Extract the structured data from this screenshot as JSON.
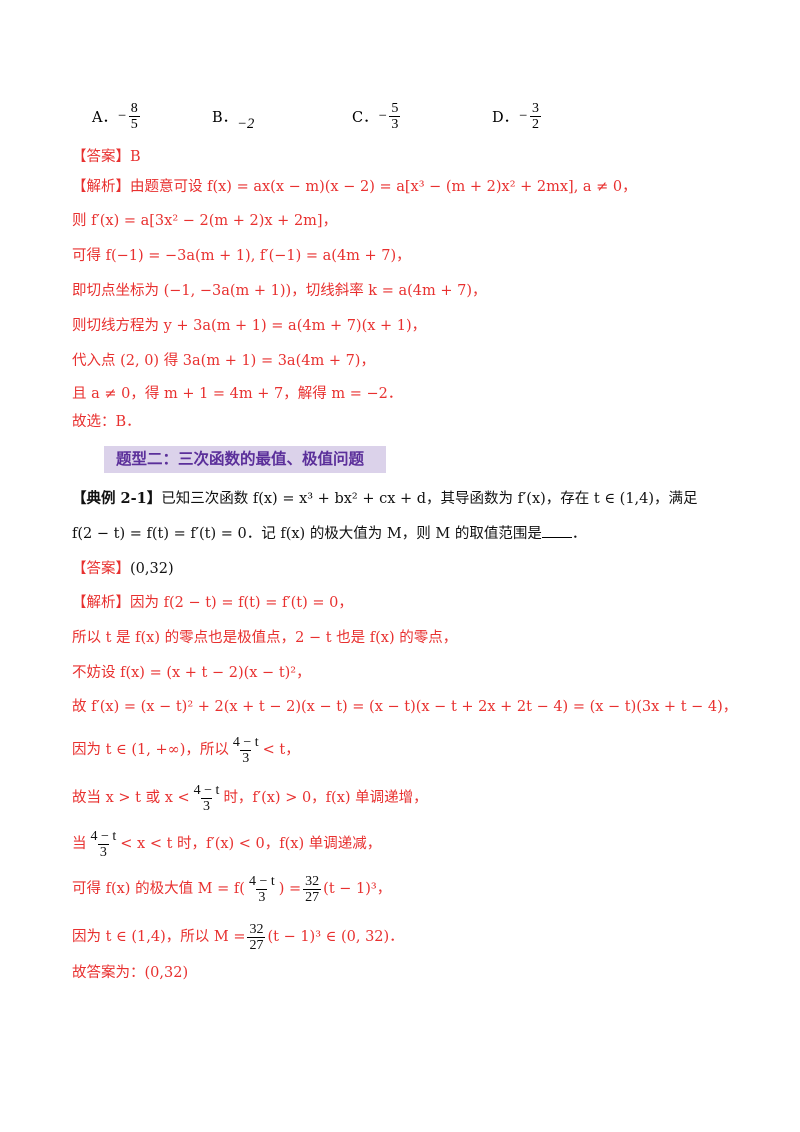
{
  "choices": [
    {
      "letter": "A．",
      "sign": "−",
      "num": "8",
      "den": "5"
    },
    {
      "letter": "B．",
      "value": "−2"
    },
    {
      "letter": "C．",
      "sign": "−",
      "num": "5",
      "den": "3"
    },
    {
      "letter": "D．",
      "sign": "−",
      "num": "3",
      "den": "2"
    }
  ],
  "lines": {
    "l1": "【答案】B",
    "l2": "【解析】由题意可设 f(x) = ax(x − m)(x − 2) = a[x³ − (m + 2)x² + 2mx], a ≠ 0，",
    "l3": "则 f′(x) = a[3x² − 2(m + 2)x + 2m]，",
    "l4": "可得 f(−1) = −3a(m + 1), f′(−1) = a(4m + 7)，",
    "l5": "即切点坐标为 (−1, −3a(m + 1))，切线斜率 k = a(4m + 7)，",
    "l6": "则切线方程为 y + 3a(m + 1) = a(4m + 7)(x + 1)，",
    "l7": "代入点 (2, 0) 得 3a(m + 1) = 3a(4m + 7)，",
    "l8": "且 a ≠ 0，得 m + 1 = 4m + 7，解得 m = −2．",
    "l9": "故选：B．"
  },
  "banner": "题型二：三次函数的最值、极值问题",
  "example": {
    "tag": "【典例 2-1】",
    "line1": "已知三次函数 f(x) = x³ + bx² + cx + d，其导函数为 f′(x)，存在 t ∈ (1,4)，满足",
    "line2": "f(2 − t) = f(t) = f′(t) = 0．记 f(x) 的极大值为 M，则 M 的取值范围是",
    "line2_end": "．"
  },
  "answer2": {
    "label": "【答案】",
    "value": "(0,32)"
  },
  "analysis2": {
    "a1": "【解析】因为 f(2 − t) = f(t) = f′(t) = 0，",
    "a2": "所以 t 是 f(x) 的零点也是极值点，2 − t 也是 f(x) 的零点，",
    "a3": "不妨设 f(x) = (x + t − 2)(x − t)²，",
    "a4": "故 f′(x) = (x − t)² + 2(x + t − 2)(x − t) = (x − t)(x − t + 2x + 2t − 4) = (x − t)(3x + t − 4)，",
    "a5_pre": "因为 t ∈ (1, +∞)，所以",
    "a5_num": "4 − t",
    "a5_den": "3",
    "a5_post": "< t，",
    "a6_pre": "故当 x > t 或 x <",
    "a6_num": "4 − t",
    "a6_den": "3",
    "a6_post": "时，f′(x) > 0，f(x) 单调递增，",
    "a7_pre": "当",
    "a7_num": "4 − t",
    "a7_den": "3",
    "a7_post": "< x < t 时，f′(x) < 0，f(x) 单调递减，",
    "a8_pre": "可得 f(x) 的极大值 M = f(",
    "a8_num": "4 − t",
    "a8_den": "3",
    "a8_mid": ") =",
    "a8_num2": "32",
    "a8_den2": "27",
    "a8_post": "(t − 1)³，",
    "a9_pre": "因为 t ∈ (1,4)，所以 M =",
    "a9_num": "32",
    "a9_den": "27",
    "a9_post": "(t − 1)³ ∈ (0, 32)．",
    "a10": "故答案为：(0,32)"
  }
}
